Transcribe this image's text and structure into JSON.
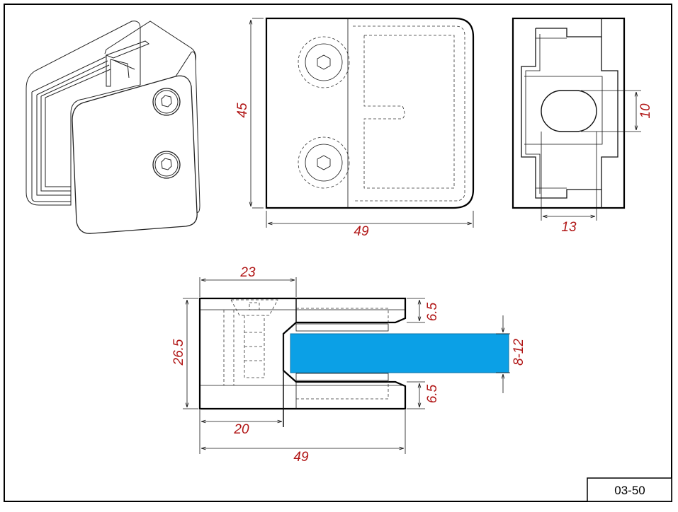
{
  "drawing": {
    "part_number": "03-50",
    "colors": {
      "dimension_text": "#b01414",
      "glass_panel": "#0ba0e6",
      "line": "#111111"
    },
    "front_view": {
      "height_dim": "45",
      "width_dim": "49"
    },
    "side_view": {
      "slot_height_dim": "10",
      "slot_width_dim": "13"
    },
    "section_view": {
      "top_width_dim": "23",
      "height_dim": "26.5",
      "upper_lip_dim": "6.5",
      "lower_lip_dim": "6.5",
      "glass_thickness_dim": "8-12",
      "depth_dim": "20",
      "overall_length_dim": "49"
    }
  }
}
